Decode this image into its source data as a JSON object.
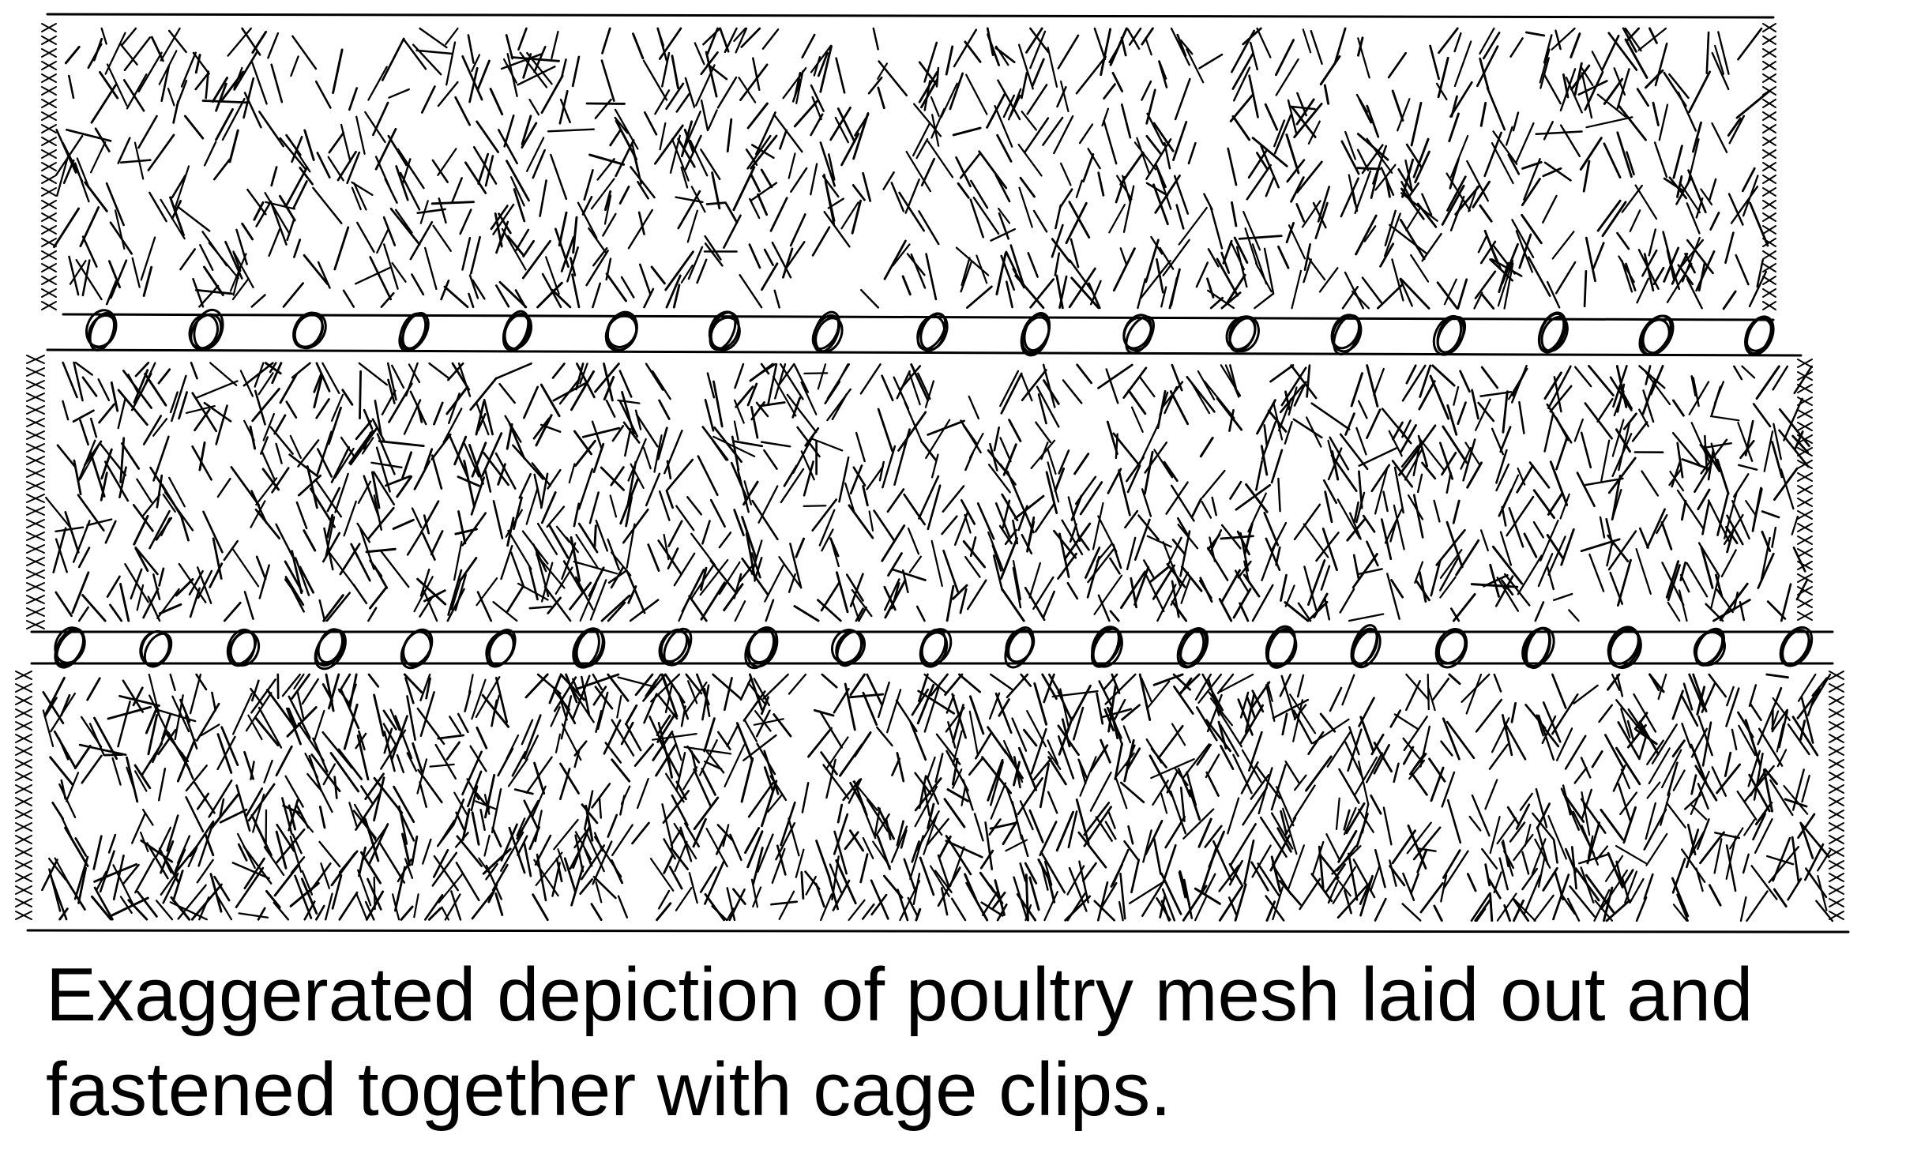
{
  "caption": {
    "line1": "Exaggerated depiction of poultry mesh laid out and",
    "line2": "fastened together with cage clips."
  },
  "colors": {
    "ink": "#000000",
    "paper": "#ffffff"
  },
  "diagram": {
    "panels": [
      {
        "name": "top-mesh-panel",
        "density": "medium"
      },
      {
        "name": "middle-mesh-panel",
        "density": "medium"
      },
      {
        "name": "bottom-mesh-panel",
        "density": "dense"
      }
    ],
    "seams": [
      {
        "name": "upper-seam",
        "clip_count": 17
      },
      {
        "name": "lower-seam",
        "clip_count": 21
      }
    ],
    "icons": {
      "clip": "cage-clip-icon",
      "mesh": "chicken-wire-texture"
    }
  }
}
